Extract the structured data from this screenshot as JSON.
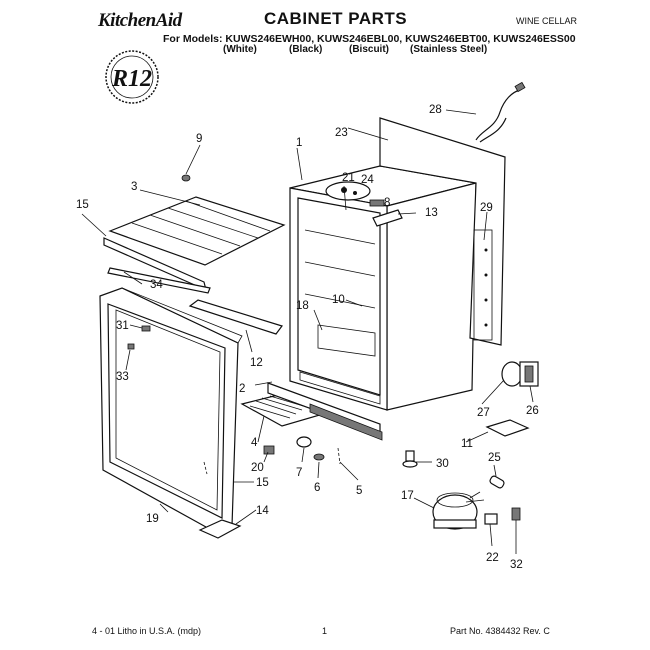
{
  "header": {
    "brand": "KitchenAid",
    "title": "CABINET PARTS",
    "category": "WINE CELLAR",
    "models": "For Models: KUWS246EWH00, KUWS246EBL00, KUWS246EBT00, KUWS246ESS00",
    "finishes": [
      "(White)",
      "(Black)",
      "(Biscuit)",
      "(Stainless Steel)"
    ]
  },
  "badge": {
    "text": "R12"
  },
  "callouts": [
    "1",
    "2",
    "3",
    "4",
    "5",
    "6",
    "7",
    "8",
    "9",
    "10",
    "11",
    "12",
    "13",
    "14",
    "15",
    "15",
    "17",
    "18",
    "19",
    "20",
    "21",
    "22",
    "23",
    "24",
    "25",
    "26",
    "27",
    "28",
    "29",
    "30",
    "31",
    "32",
    "33",
    "34"
  ],
  "footer": {
    "left": "4 - 01 Litho in U.S.A. (mdp)",
    "page": "1",
    "part": "Part No. 4384432 Rev. C"
  }
}
